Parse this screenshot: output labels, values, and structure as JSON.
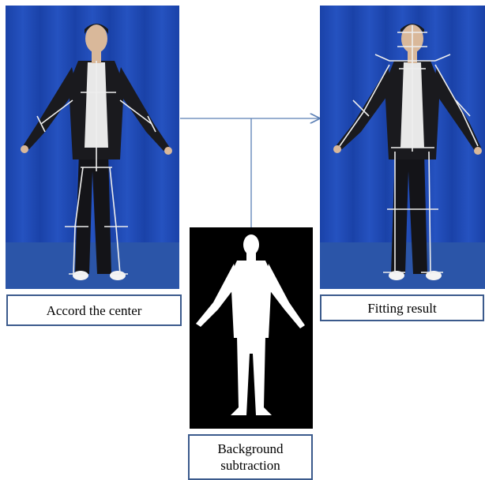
{
  "labels": {
    "left": "Accord the center",
    "right": "Fitting result",
    "bottom_line1": "Background",
    "bottom_line2": "subtraction"
  },
  "colors": {
    "backdrop": "#1d49b4",
    "floor": "#2b55a8",
    "skeleton": "#eeeeee",
    "box_border": "#3b5a8c",
    "arrow": "#5b7fb5"
  }
}
